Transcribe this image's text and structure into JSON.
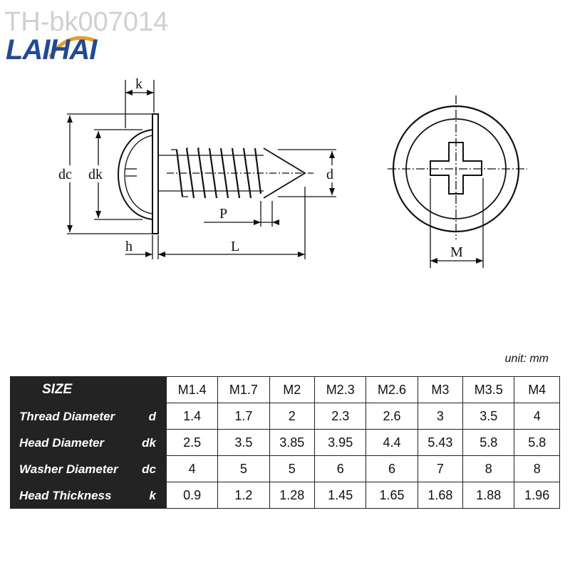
{
  "watermark": "TH-bk007014",
  "brand": {
    "logo_text": "LAIHAI",
    "color": "#1d4a9a"
  },
  "diagram_labels": {
    "k": "k",
    "dc": "dc",
    "dk": "dk",
    "d": "d",
    "p": "P",
    "h": "h",
    "L": "L",
    "M": "M"
  },
  "unit_label": "unit: mm",
  "table": {
    "header_label": "SIZE",
    "sizes": [
      "M1.4",
      "M1.7",
      "M2",
      "M2.3",
      "M2.6",
      "M3",
      "M3.5",
      "M4"
    ],
    "rows": [
      {
        "name": "Thread Diameter",
        "symbol": "d",
        "values": [
          "1.4",
          "1.7",
          "2",
          "2.3",
          "2.6",
          "3",
          "3.5",
          "4"
        ]
      },
      {
        "name": "Head Diameter",
        "symbol": "dk",
        "values": [
          "2.5",
          "3.5",
          "3.85",
          "3.95",
          "4.4",
          "5.43",
          "5.8",
          "5.8"
        ]
      },
      {
        "name": "Washer Diameter",
        "symbol": "dc",
        "values": [
          "4",
          "5",
          "5",
          "6",
          "6",
          "7",
          "8",
          "8"
        ]
      },
      {
        "name": "Head Thickness",
        "symbol": "k",
        "values": [
          "0.9",
          "1.2",
          "1.28",
          "1.45",
          "1.65",
          "1.68",
          "1.88",
          "1.96"
        ]
      }
    ]
  }
}
